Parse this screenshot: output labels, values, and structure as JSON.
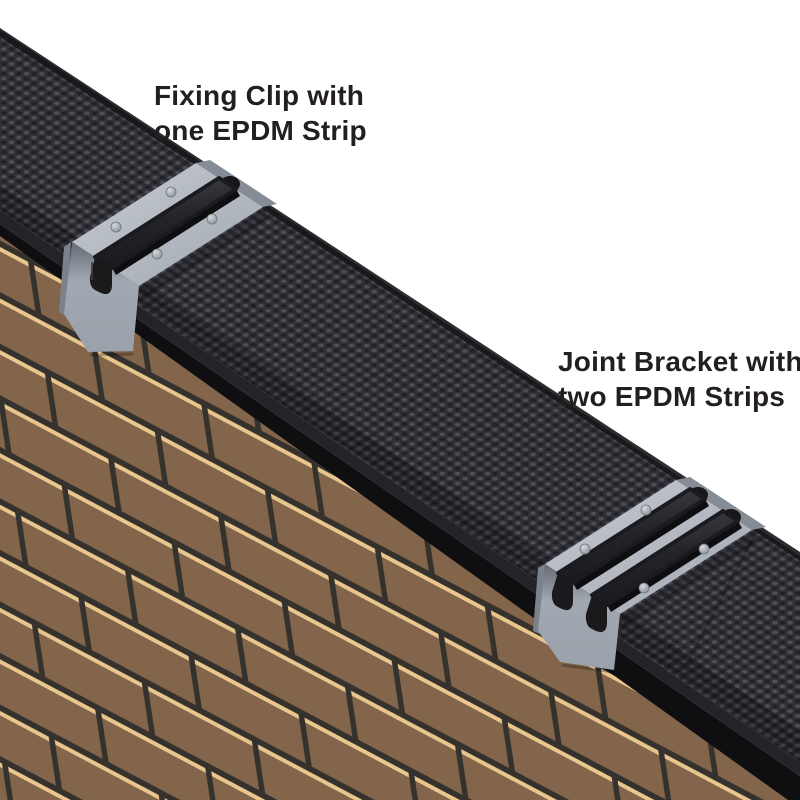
{
  "diagram": {
    "labels": {
      "fixing_clip": {
        "line1": "Fixing Clip with",
        "line2": "one EPDM Strip"
      },
      "joint_bracket": {
        "line1": "Joint Bracket with",
        "line2": "two EPDM Strips"
      }
    },
    "colors": {
      "background": "#ffffff",
      "text": "#231f20",
      "coping_charcoal": "#303036",
      "coping_weave_light": "#4f4f58",
      "coping_weave_dark": "#202026",
      "coping_edge_dark": "#17171b",
      "fascia_dark": "#242428",
      "fascia_black": "#0f0f12",
      "brick_face": "#82654a",
      "brick_highlight": "#e9c68e",
      "mortar": "#35322e",
      "metal_light": "#c6cbd2",
      "metal_mid": "#a2a8b1",
      "metal_shadow": "#646a73",
      "metal_leg": "#9aa1aa",
      "epdm_black": "#1a1a1e",
      "epdm_sheen": "#45454c"
    }
  }
}
